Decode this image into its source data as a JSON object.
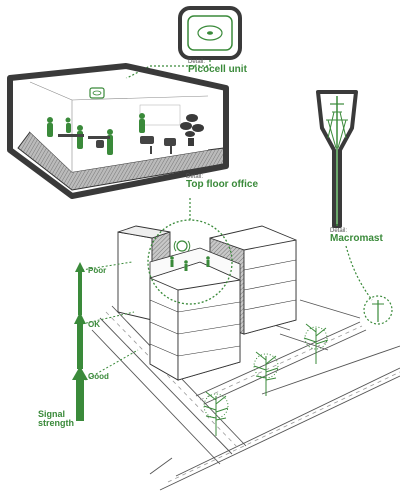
{
  "callouts": {
    "picocell": {
      "prefix": "Detail:",
      "title": "Picocell unit"
    },
    "office": {
      "prefix": "Detail:",
      "title": "Top floor office"
    },
    "macromast": {
      "prefix": "Detail:",
      "title": "Macromast"
    }
  },
  "signal": {
    "levels": [
      "Poor",
      "OK",
      "Good"
    ],
    "caption_line1": "Signal",
    "caption_line2": "strength"
  },
  "colors": {
    "accent_green": "#3a8a3a",
    "dark_frame": "#333333",
    "building_white": "#ffffff",
    "hatch_grey": "#888888"
  }
}
